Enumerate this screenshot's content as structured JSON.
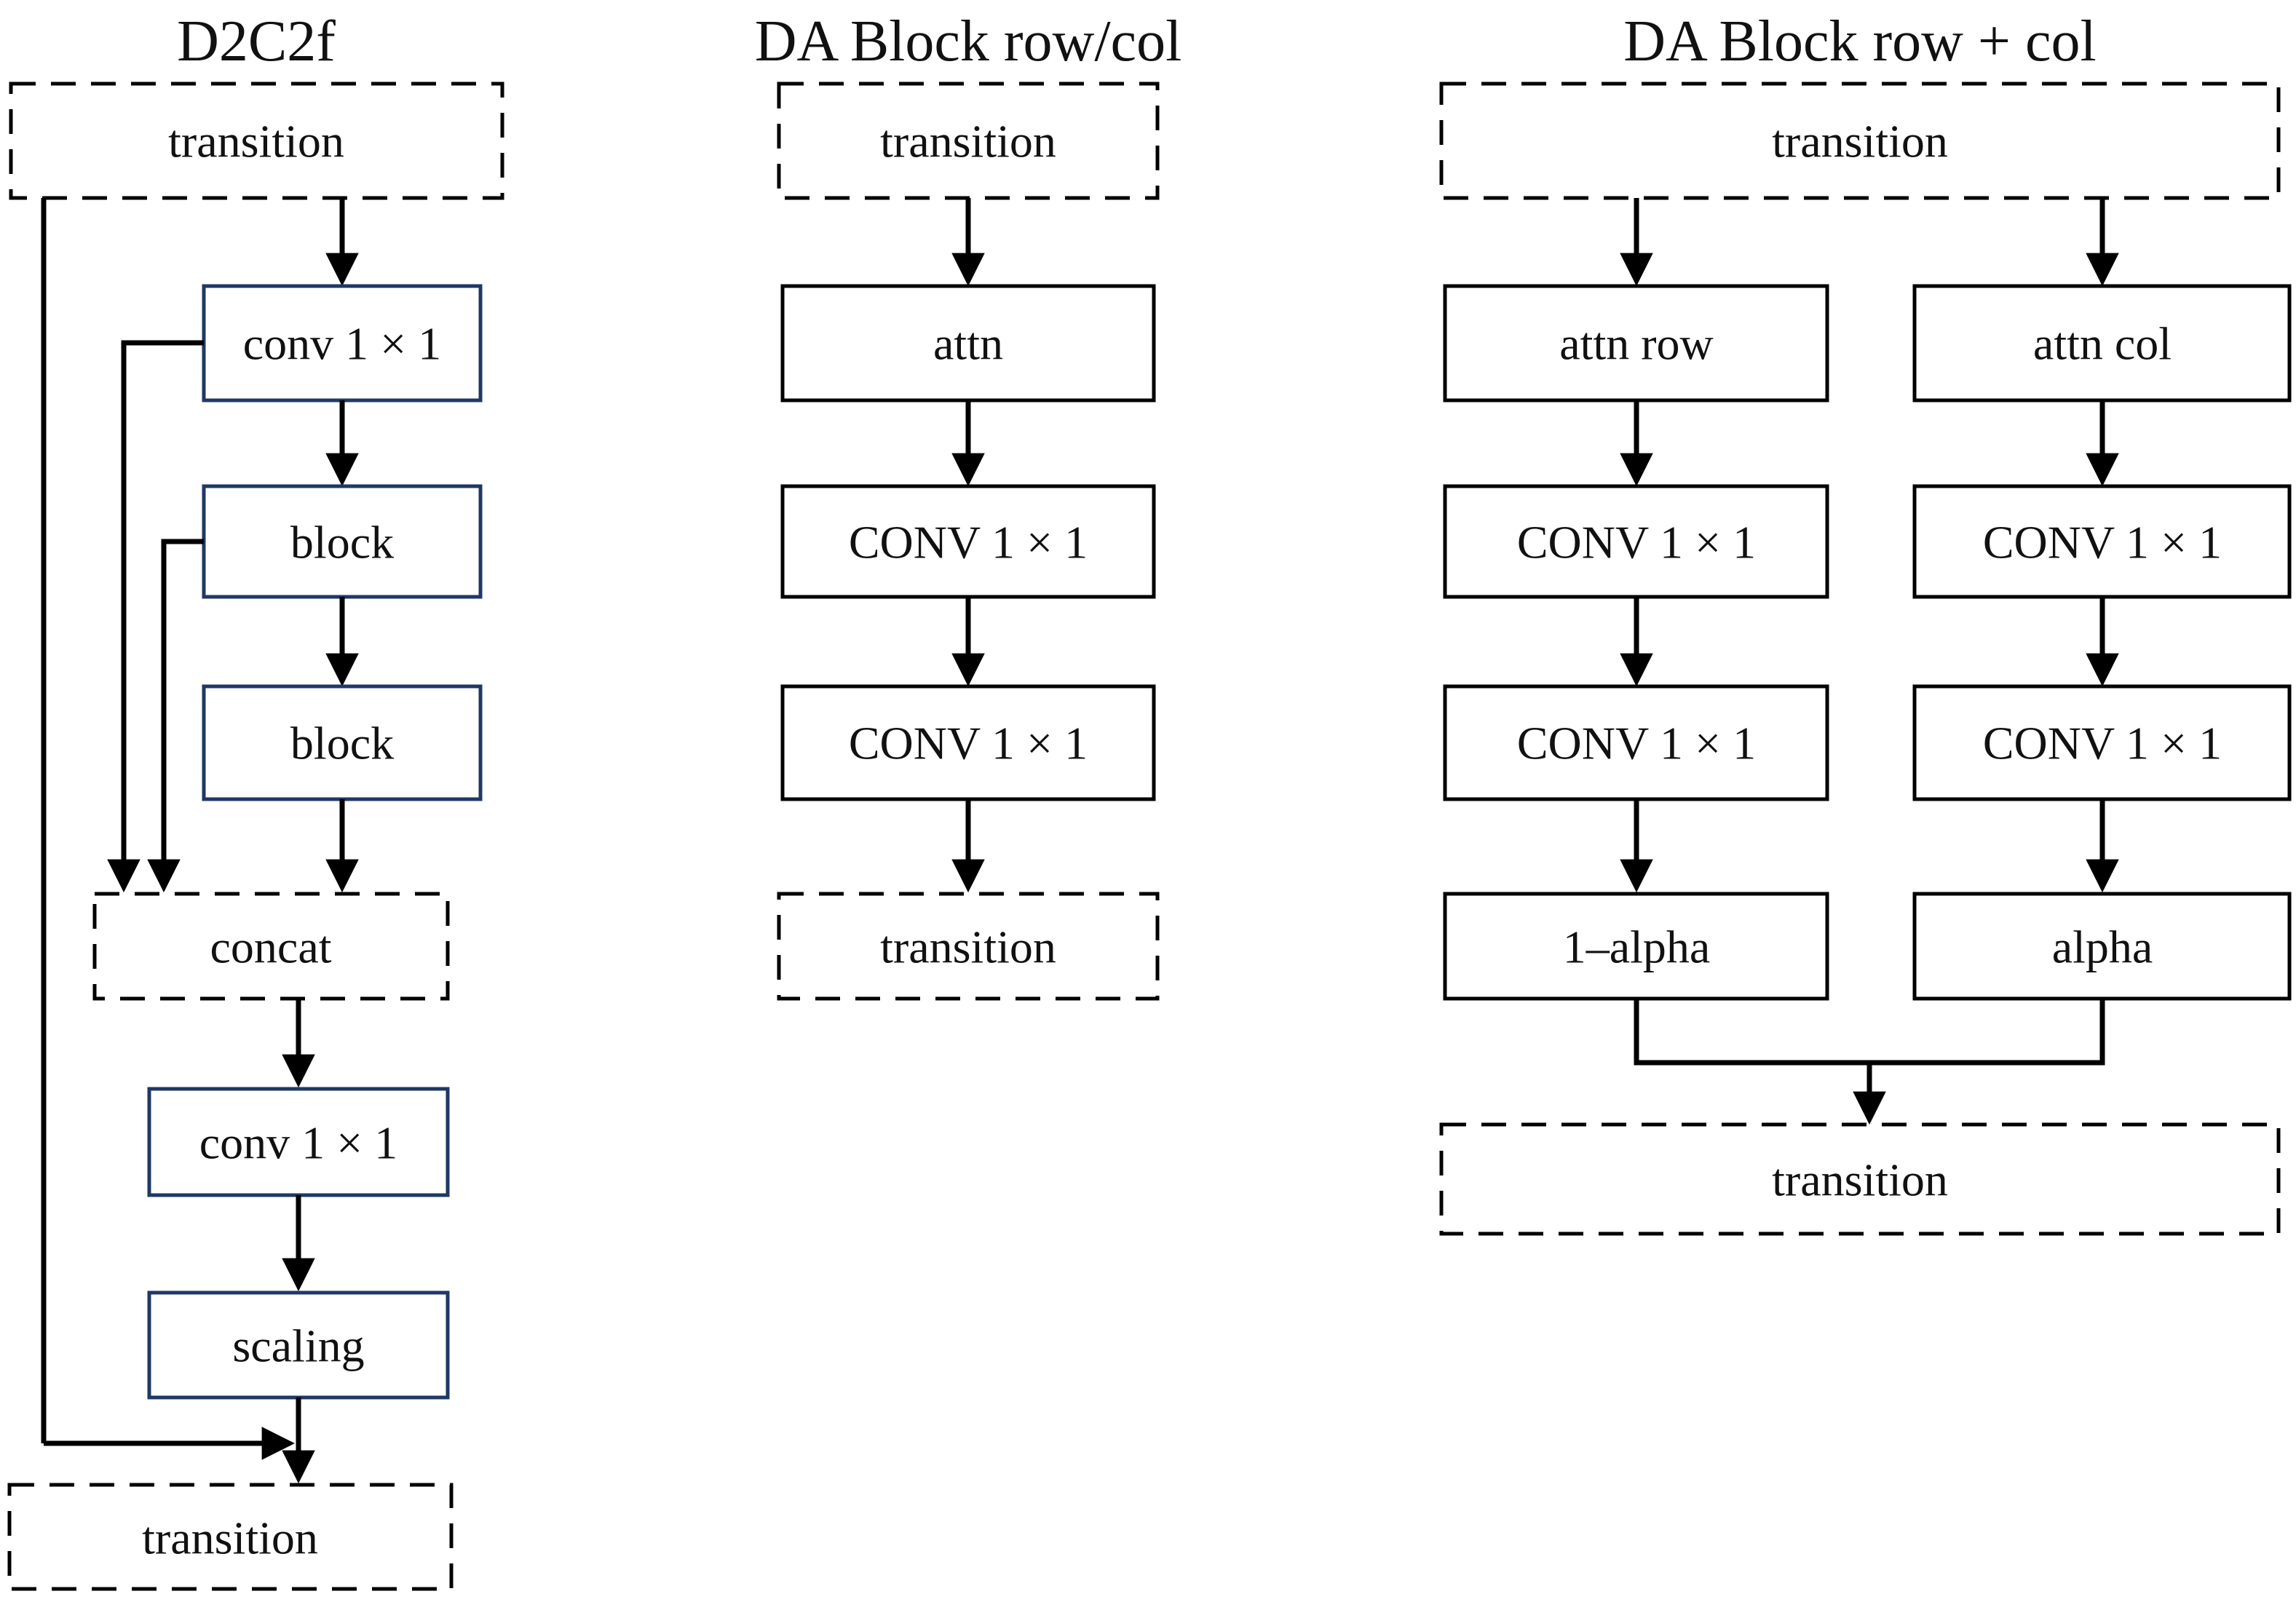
{
  "figure": {
    "background": "#ffffff",
    "ink_color": "#000000",
    "accent_box_border": "#1f3864",
    "plain_box_border": "#000000",
    "columns": [
      {
        "title": "D2C2f",
        "nodes": [
          "transition",
          "conv 1 × 1",
          "block",
          "block",
          "concat",
          "conv 1 × 1",
          "scaling",
          "transition"
        ],
        "edges": [
          "transition -> conv 1 × 1",
          "conv 1 × 1 -> block",
          "block -> block",
          "conv 1 × 1 -> concat (skip)",
          "block -> concat (skip)",
          "block -> concat",
          "concat -> conv 1 × 1",
          "conv 1 × 1 -> scaling",
          "scaling -> transition",
          "transition -> transition (residual skip)"
        ]
      },
      {
        "title": "DA Block row/col",
        "nodes": [
          "transition",
          "attn",
          "CONV 1 × 1",
          "CONV 1 × 1",
          "transition"
        ],
        "edges": [
          "transition -> attn",
          "attn -> CONV 1 × 1",
          "CONV 1 × 1 -> CONV 1 × 1",
          "CONV 1 × 1 -> transition"
        ]
      },
      {
        "title": "DA Block row + col",
        "nodes": [
          "transition",
          "attn row",
          "attn col",
          "CONV 1 × 1",
          "CONV 1 × 1",
          "CONV 1 × 1",
          "CONV 1 × 1",
          "1–alpha",
          "alpha",
          "transition"
        ],
        "edges": [
          "transition -> attn row",
          "transition -> attn col",
          "attn row -> CONV 1 × 1 -> CONV 1 × 1 -> 1–alpha",
          "attn col -> CONV 1 × 1 -> CONV 1 × 1 -> alpha",
          "1–alpha + alpha -> transition (merge)"
        ]
      }
    ]
  }
}
